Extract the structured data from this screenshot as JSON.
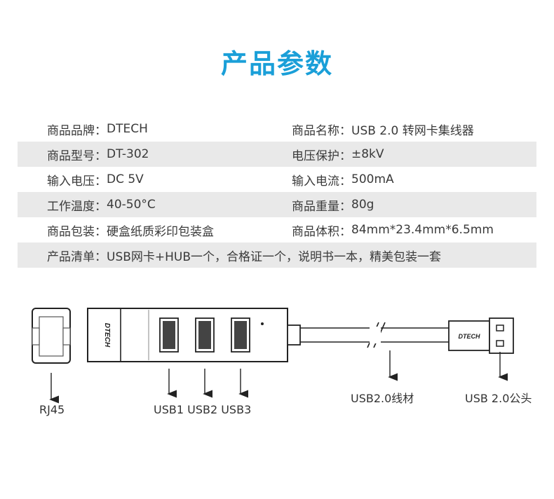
{
  "title": "产品参数",
  "colors": {
    "accent": "#1a9fd8"
  },
  "specs": {
    "brand": {
      "key": "商品品牌：",
      "value": "DTECH"
    },
    "name": {
      "key": "商品名称：",
      "value": "USB 2.0 转网卡集线器"
    },
    "model": {
      "key": "商品型号：",
      "value": "DT-302"
    },
    "voltprot": {
      "key": "电压保护：",
      "value": "±8kV"
    },
    "inputv": {
      "key": "输入电压：",
      "value": "DC 5V"
    },
    "inputa": {
      "key": "输入电流：",
      "value": "500mA"
    },
    "temp": {
      "key": "工作温度：",
      "value": "40-50°C"
    },
    "weight": {
      "key": "商品重量：",
      "value": "80g"
    },
    "package": {
      "key": "商品包装：",
      "value": "硬盒纸质彩印包装盒"
    },
    "volume": {
      "key": "商品体积：",
      "value": "84mm*23.4mm*6.5mm"
    },
    "contents": {
      "key": "产品清单：",
      "value": "USB网卡+HUB一个，合格证一个，说明书一本，精美包装一套"
    }
  },
  "diagram": {
    "brand_logo": "DTECH",
    "labels": {
      "rj45": "RJ45",
      "usb_ports": "USB1 USB2 USB3",
      "cable": "USB2.0线材",
      "plug": "USB 2.0公头"
    }
  }
}
